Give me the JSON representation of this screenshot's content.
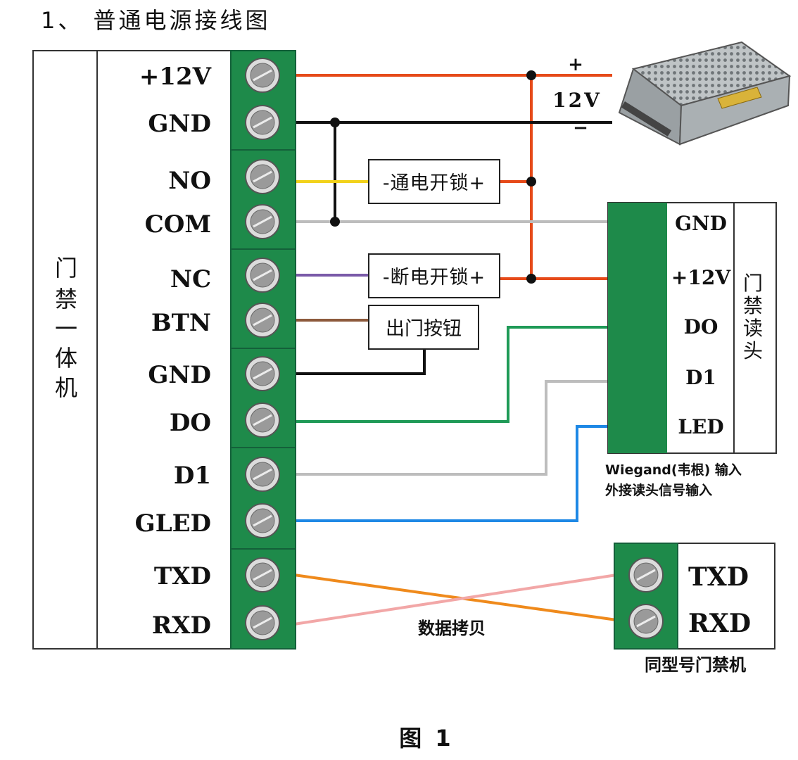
{
  "header": {
    "title": "1、 普通电源接线图"
  },
  "controller": {
    "name_chars": [
      "门",
      "禁",
      "一",
      "体",
      "机"
    ],
    "terminals": [
      "+12V",
      "GND",
      "NO",
      "COM",
      "NC",
      "BTN",
      "GND",
      "DO",
      "D1",
      "GLED",
      "TXD",
      "RXD"
    ]
  },
  "power_supply": {
    "plus": "+",
    "voltage": "12V",
    "minus": "−"
  },
  "lock_boxes": {
    "power_on_unlock": "-通电开锁+",
    "power_off_unlock": "-断电开锁+",
    "exit_button": "出门按钮"
  },
  "reader": {
    "name_chars": [
      "门",
      "禁",
      "读",
      "头"
    ],
    "terminals": [
      "GND",
      "+12V",
      "DO",
      "D1",
      "LED"
    ],
    "caption_line1": "Wiegand(韦根) 输入",
    "caption_line2": "外接读头信号输入"
  },
  "peer": {
    "terminals": [
      "TXD",
      "RXD"
    ],
    "caption": "同型号门禁机"
  },
  "data_copy_label": "数据拷贝",
  "figure_caption": "图 1",
  "colors": {
    "terminal_green": "#1e8a4a",
    "wire_red": "#e64a19",
    "wire_black": "#111111",
    "wire_yellow": "#f2d21b",
    "wire_gray": "#bdbdbd",
    "wire_purple": "#7a5aa8",
    "wire_brown": "#8d5a3c",
    "wire_green": "#1f9a57",
    "wire_blue": "#1e88e5",
    "wire_orange": "#ef8a1c",
    "wire_pink": "#f2a7a7"
  }
}
